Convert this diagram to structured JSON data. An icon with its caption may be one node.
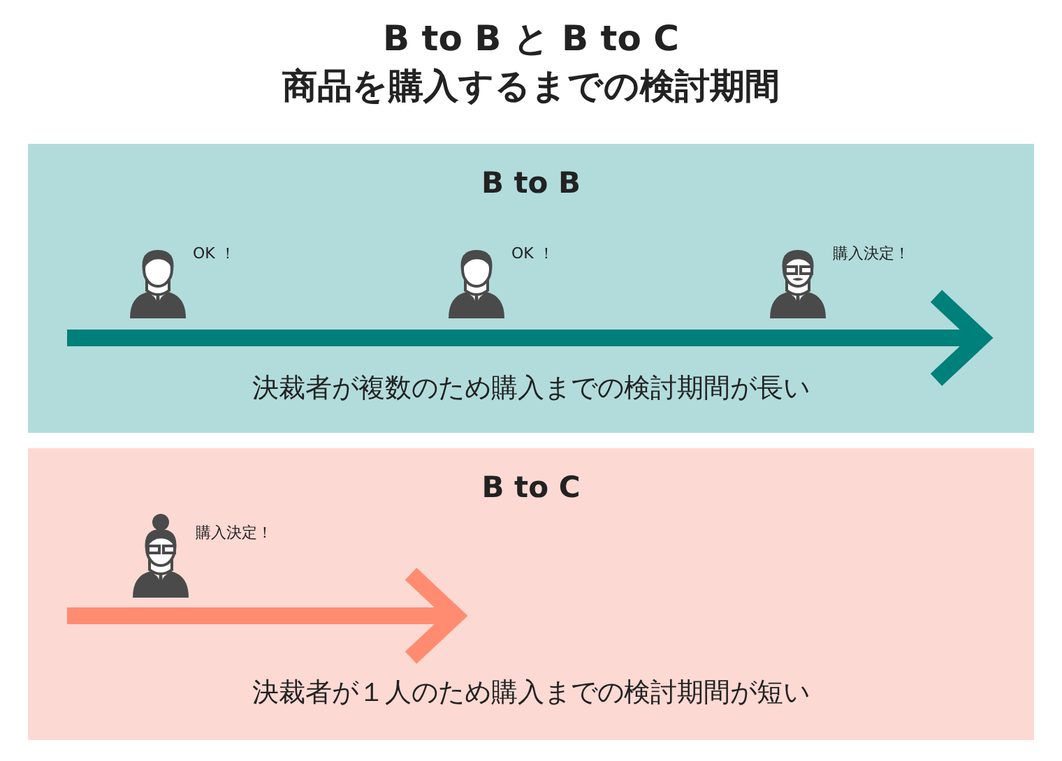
{
  "diagram": {
    "title": "B to B と B to C 商品を購入するまでの検討期間",
    "nodes": [
      {
        "text": [
          "B to B",
          "決裁者が複数のため購入までの検討期間が長い"
        ]
      },
      {
        "text": [],
        "shape": "person",
        "in": 0,
        "beside": [
          "OK ！"
        ]
      },
      {
        "text": [],
        "shape": "person",
        "in": 0,
        "beside": [
          "OK ！"
        ]
      },
      {
        "text": [],
        "shape": "person",
        "in": 0,
        "beside": [
          "購入決定！"
        ]
      },
      {
        "text": [
          "B to C",
          "決裁者が１人のため購入までの検討期間が短い"
        ]
      },
      {
        "text": [],
        "shape": "person",
        "in": 4,
        "beside": [
          "購入決定！"
        ]
      }
    ],
    "edges": []
  }
}
